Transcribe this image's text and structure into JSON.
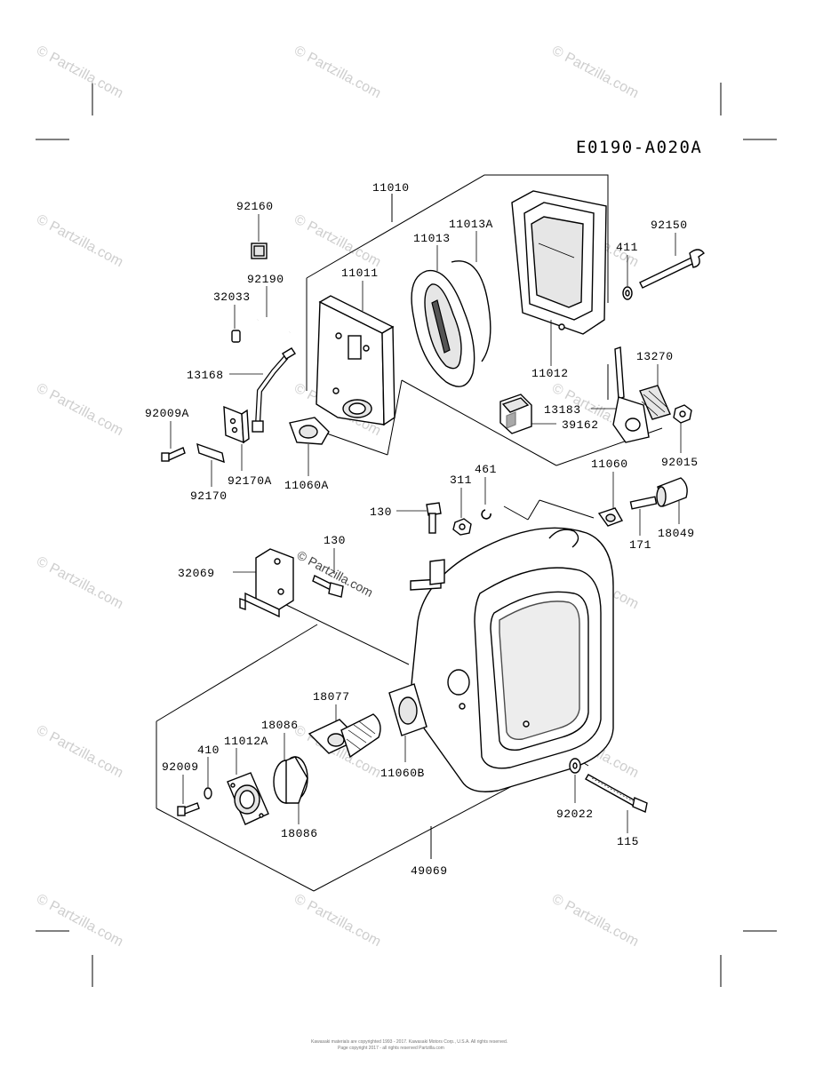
{
  "diagram_code": "E0190-A020A",
  "watermark": "© Partzilla.com",
  "footer_line1": "Kawasaki materials are copyrighted 1993 - 2017. Kawasaki Motors Corp., U.S.A. All rights reserved.",
  "footer_line2": "Page copyright 2017 - all rights reserved Partzilla.com",
  "callouts": {
    "p11010": "11010",
    "p92160": "92160",
    "p11013A": "11013A",
    "p11013": "11013",
    "p92150": "92150",
    "p92190": "92190",
    "p11011": "11011",
    "p411": "411",
    "p32033": "32033",
    "p13168": "13168",
    "p11012": "11012",
    "p13270": "13270",
    "p13183": "13183",
    "p39162": "39162",
    "p92009A": "92009A",
    "p92015": "92015",
    "p92170A": "92170A",
    "p11060A": "11060A",
    "p92170": "92170",
    "p461": "461",
    "p311": "311",
    "p11060": "11060",
    "p130a": "130",
    "p171": "171",
    "p18049": "18049",
    "p130b": "130",
    "p32069": "32069",
    "p18077": "18077",
    "p18086a": "18086",
    "p410": "410",
    "p11012A": "11012A",
    "p92009": "92009",
    "p11060B": "11060B",
    "p18086b": "18086",
    "p92022": "92022",
    "p115": "115",
    "p49069": "49069"
  }
}
